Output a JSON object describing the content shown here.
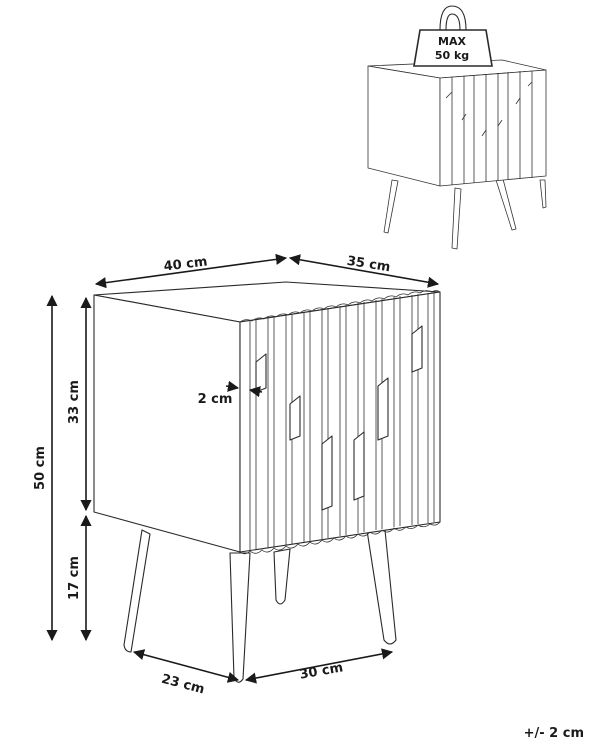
{
  "max_load": {
    "line1": "MAX",
    "line2": "50 kg"
  },
  "dimensions": {
    "width": "40 cm",
    "depth": "35 cm",
    "total_height": "50 cm",
    "body_height": "33 cm",
    "leg_height": "17 cm",
    "groove_depth": "2 cm",
    "leg_span_depth": "23 cm",
    "leg_span_width": "30 cm"
  },
  "tolerance": "+/- 2 cm"
}
